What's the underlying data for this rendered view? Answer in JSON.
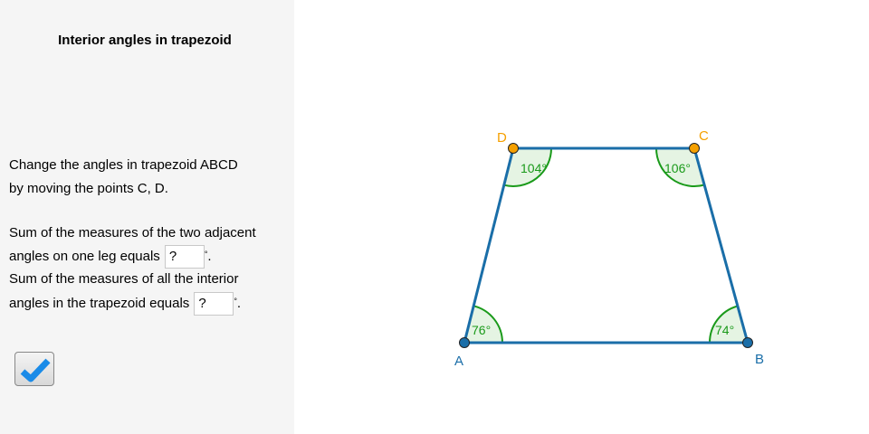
{
  "panel": {
    "title": "Interior angles in trapezoid",
    "instruction_line1": "Change the angles in trapezoid ABCD",
    "instruction_line2": "by moving the points C, D.",
    "q1_line1": "Sum of the measures of the two adjacent",
    "q1_line2": "angles on one leg equals",
    "q1_value": "?",
    "q2_line1": "Sum of the measures of all the interior",
    "q2_line2": "angles in the trapezoid equals",
    "q2_value": "?",
    "degree_symbol": "°",
    "period": ".",
    "check_icon": "checkmark-icon"
  },
  "figure": {
    "points": {
      "A": "A",
      "B": "B",
      "C": "C",
      "D": "D"
    },
    "angles": {
      "A": "76°",
      "B": "74°",
      "C": "106°",
      "D": "104°"
    },
    "colors": {
      "edge": "#1a6ea8",
      "movable": "#f5a000",
      "fixed": "#1a6ea8",
      "angle": "#1a9a1a",
      "angle_fill": "#e5f4e3"
    }
  }
}
